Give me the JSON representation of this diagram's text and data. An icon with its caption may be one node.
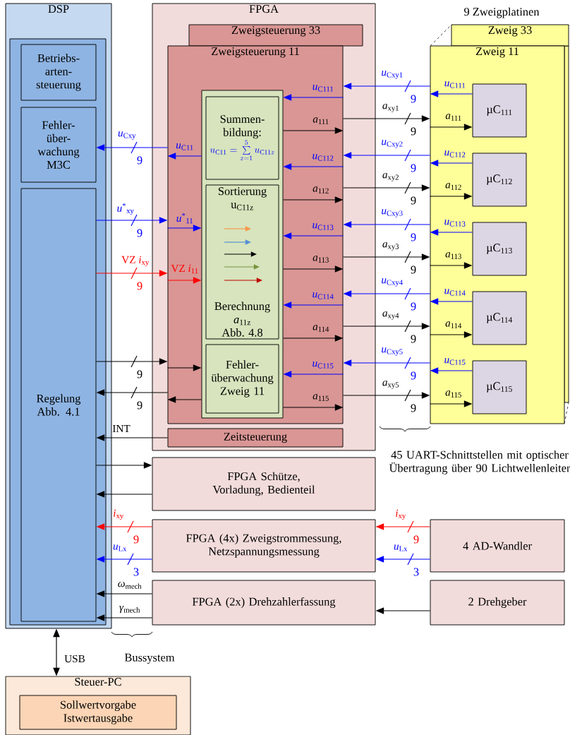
{
  "diagram": {
    "nodes": [
      {
        "text": [
          "DSP"
        ]
      },
      {
        "text": [
          "Betriebs- arten- steuerung"
        ],
        "in": 0
      },
      {
        "text": [
          "Fehler- über- wachung M3C"
        ],
        "in": 0
      },
      {
        "text": [
          "Regelung Abb. 4.1"
        ],
        "in": 0
      },
      {
        "text": [
          "FPGA"
        ]
      },
      {
        "text": [
          "Zweigsteuerung 33"
        ],
        "in": 4
      },
      {
        "text": [
          "Zweigsteuerung 11"
        ],
        "in": 4
      },
      {
        "text": [],
        "shape": "box",
        "in": 6
      },
      {
        "text": [
          "Summen- bildung:",
          "u_{\\mathrm{C11}}=\\sum\\limits_{z=1}^{5}u_{\\mathrm{C11}z}"
        ],
        "in": 7
      },
      {
        "text": [
          "Sortierung",
          "u$_{C11z}$",
          "Berechnung",
          "*a*$_{11z}$",
          "Abb. 4.8"
        ],
        "in": 7
      },
      {
        "text": [
          "Fehler- überwachung Zweig 11"
        ],
        "in": 7
      },
      {
        "text": [
          "Zeitsteuerung"
        ],
        "in": 4
      },
      {
        "text": [
          "Zweig 33"
        ],
        "beside": [
          "9 Zweigplatinen"
        ]
      },
      {
        "text": [
          "Zweig 11"
        ]
      },
      {
        "text": [
          "µC$_{111}$"
        ],
        "in": 13
      },
      {
        "text": [
          "µC$_{112}$"
        ],
        "in": 13
      },
      {
        "text": [
          "µC$_{113}$"
        ],
        "in": 13
      },
      {
        "text": [
          "µC$_{114}$"
        ],
        "in": 13
      },
      {
        "text": [
          "µC$_{115}$"
        ],
        "in": 13
      },
      {
        "text": [
          "FPGA Schütze, Vorladung, Bedienteil"
        ]
      },
      {
        "text": [
          "FPGA (4x) Zweigstrommessung, Netzspannungsmessung"
        ]
      },
      {
        "text": [
          "FPGA (2x) Drehzahlerfassung"
        ]
      },
      {
        "text": [
          "4 AD-Wandler"
        ]
      },
      {
        "text": [
          "2 Drehgeber"
        ]
      },
      {
        "text": [
          "Steuer-PC"
        ]
      },
      {
        "text": [
          "Sollwertvorgabe Istwertausgabe"
        ],
        "in": 24
      }
    ],
    "edges": [
      {
        "from": 7,
        "to": 6,
        "arrow": "to",
        "label": "*u*$_{C11}$",
        "color": "#0000ff"
      },
      {
        "from": 6,
        "to": 2,
        "arrow": "to",
        "label": "*u*$_{Cxy}$",
        "color": "#0000ff"
      },
      {
        "from": 3,
        "to": 6,
        "arrow": "to",
        "label": "*u*$^{*}$$_{xy}$",
        "color": "#0000ff"
      },
      {
        "from": 6,
        "to": 7,
        "arrow": "to",
        "label": "*u*$^{*}$$_{11}$",
        "color": "#0000ff"
      },
      {
        "from": 3,
        "to": 6,
        "arrow": "to",
        "label": "VZ *i*$_{xy}$",
        "color": "#ff0000"
      },
      {
        "from": 6,
        "to": 7,
        "arrow": "to",
        "label": "VZ *i*$_{11}$",
        "color": "#ff0000"
      },
      {
        "from": 3,
        "to": 6,
        "arrow": "to"
      },
      {
        "from": 6,
        "to": 7,
        "arrow": "to"
      },
      {
        "from": 6,
        "to": 3,
        "arrow": "to"
      },
      {
        "from": 7,
        "to": 6,
        "arrow": "to"
      },
      {
        "from": 11,
        "to": 3,
        "arrow": "to",
        "label": "INT"
      },
      {
        "from": 3,
        "to": 19,
        "arrow": "to"
      },
      {
        "from": 19,
        "to": 3,
        "arrow": "to"
      },
      {
        "from": 20,
        "to": 3,
        "arrow": "to",
        "label": "*i*$_{xy}$",
        "color": "#ff0000"
      },
      {
        "from": 20,
        "to": 3,
        "arrow": "to",
        "label": "*u*$_{Lx}$",
        "color": "#0000ff"
      },
      {
        "from": 21,
        "to": 3,
        "arrow": "to",
        "label": "*ω*$_{mech}$"
      },
      {
        "from": 21,
        "to": 3,
        "arrow": "to",
        "label": "*γ*$_{mech}$"
      },
      {
        "from": 22,
        "to": 20,
        "arrow": "to",
        "label": "*i*$_{xy}$",
        "color": "#ff0000"
      },
      {
        "from": 22,
        "to": 20,
        "arrow": "to",
        "label": "*u*$_{Lx}$",
        "color": "#0000ff"
      },
      {
        "from": 23,
        "to": 21,
        "arrow": "to"
      },
      {
        "from": 0,
        "to": 24,
        "arrow": "both",
        "label": "USB"
      },
      {
        "from": 6,
        "to": 7,
        "arrow": "to",
        "label": "*u*$_{C111}$",
        "color": "#0000ff"
      },
      {
        "from": 13,
        "to": 6,
        "arrow": "to",
        "label": "*u*$_{Cxy1}$",
        "color": "#0000ff"
      },
      {
        "from": 14,
        "to": 13,
        "arrow": "to",
        "label": "*u*$_{C111}$",
        "color": "#0000ff"
      },
      {
        "from": 7,
        "to": 6,
        "arrow": "to",
        "label": "*a*$_{111}$"
      },
      {
        "from": 6,
        "to": 13,
        "arrow": "to",
        "label": "*a*$_{xy1}$"
      },
      {
        "from": 13,
        "to": 14,
        "arrow": "to",
        "label": "*a*$_{111}$"
      },
      {
        "from": 6,
        "to": 7,
        "arrow": "to",
        "label": "*u*$_{C112}$",
        "color": "#0000ff"
      },
      {
        "from": 13,
        "to": 6,
        "arrow": "to",
        "label": "*u*$_{Cxy2}$",
        "color": "#0000ff"
      },
      {
        "from": 15,
        "to": 13,
        "arrow": "to",
        "label": "*u*$_{C112}$",
        "color": "#0000ff"
      },
      {
        "from": 7,
        "to": 6,
        "arrow": "to",
        "label": "*a*$_{112}$"
      },
      {
        "from": 6,
        "to": 13,
        "arrow": "to",
        "label": "*a*$_{xy2}$"
      },
      {
        "from": 13,
        "to": 15,
        "arrow": "to",
        "label": "*a*$_{112}$"
      },
      {
        "from": 6,
        "to": 7,
        "arrow": "to",
        "label": "*u*$_{C113}$",
        "color": "#0000ff"
      },
      {
        "from": 13,
        "to": 6,
        "arrow": "to",
        "label": "*u*$_{Cxy3}$",
        "color": "#0000ff"
      },
      {
        "from": 16,
        "to": 13,
        "arrow": "to",
        "label": "*u*$_{C113}$",
        "color": "#0000ff"
      },
      {
        "from": 7,
        "to": 6,
        "arrow": "to",
        "label": "*a*$_{113}$"
      },
      {
        "from": 6,
        "to": 13,
        "arrow": "to",
        "label": "*a*$_{xy3}$"
      },
      {
        "from": 13,
        "to": 16,
        "arrow": "to",
        "label": "*a*$_{113}$"
      },
      {
        "from": 6,
        "to": 7,
        "arrow": "to",
        "label": "*u*$_{C114}$",
        "color": "#0000ff"
      },
      {
        "from": 13,
        "to": 6,
        "arrow": "to",
        "label": "*u*$_{Cxy4}$",
        "color": "#0000ff"
      },
      {
        "from": 17,
        "to": 13,
        "arrow": "to",
        "label": "*u*$_{C114}$",
        "color": "#0000ff"
      },
      {
        "from": 7,
        "to": 6,
        "arrow": "to",
        "label": "*a*$_{114}$"
      },
      {
        "from": 6,
        "to": 13,
        "arrow": "to",
        "label": "*a*$_{xy4}$"
      },
      {
        "from": 13,
        "to": 17,
        "arrow": "to",
        "label": "*a*$_{114}$"
      },
      {
        "from": 6,
        "to": 7,
        "arrow": "to",
        "label": "*u*$_{C115}$",
        "color": "#0000ff"
      },
      {
        "from": 13,
        "to": 6,
        "arrow": "to",
        "label": "*u*$_{Cxy5}$",
        "color": "#0000ff"
      },
      {
        "from": 18,
        "to": 13,
        "arrow": "to",
        "label": "*u*$_{C115}$",
        "color": "#0000ff"
      },
      {
        "from": 7,
        "to": 6,
        "arrow": "to",
        "label": "*a*$_{115}$"
      },
      {
        "from": 6,
        "to": 13,
        "arrow": "to",
        "label": "*a*$_{xy5}$"
      },
      {
        "from": 13,
        "to": 18,
        "arrow": "to",
        "label": "*a*$_{115}$"
      }
    ],
    "labels": [
      "9",
      "9",
      "9",
      "9",
      "9",
      "9",
      "9",
      "9",
      "9",
      "9",
      "9",
      "9",
      "9",
      "9",
      "9",
      "45 UART-Schnittstellen mit optischer Übertragung über 90 Lichtwellenleiter",
      "9",
      "9",
      "3",
      "3",
      "Bussystem"
    ]
  }
}
